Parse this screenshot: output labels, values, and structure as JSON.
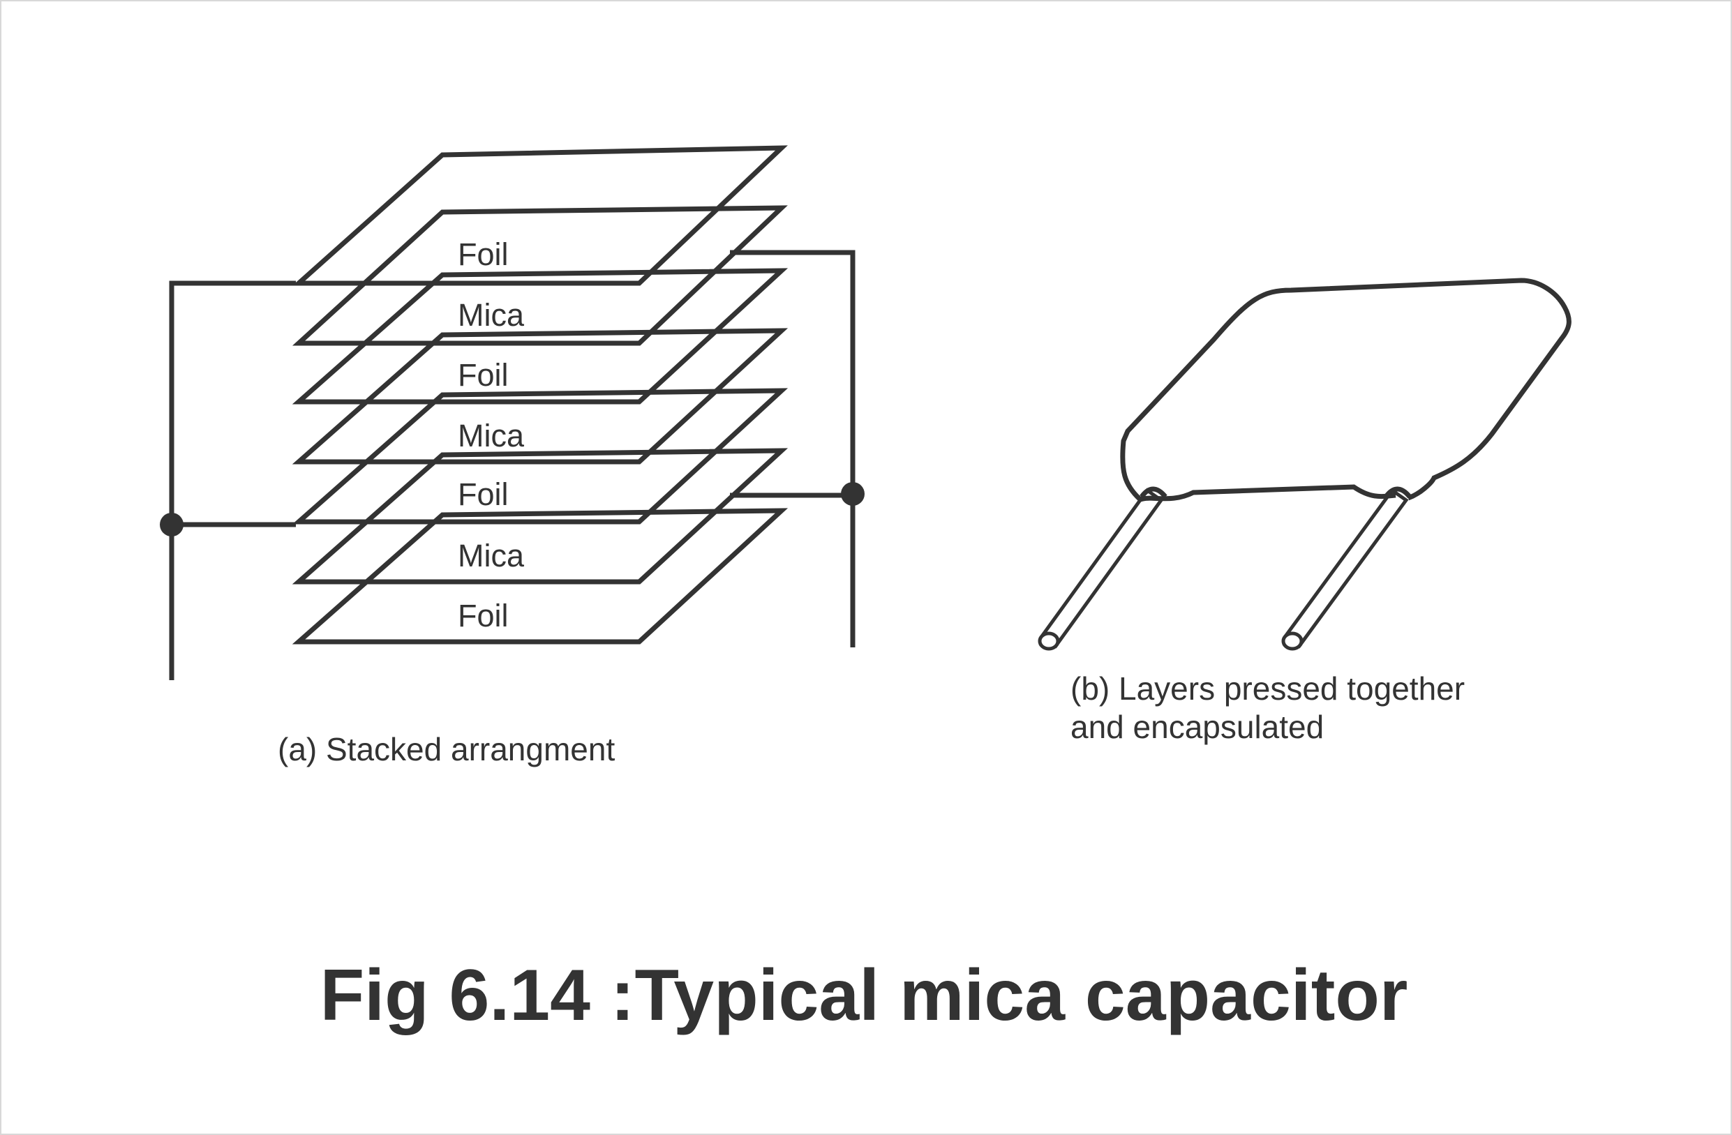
{
  "figure": {
    "title": "Fig 6.14 :Typical mica capacitor",
    "layers": [
      {
        "label": "Foil"
      },
      {
        "label": "Mica"
      },
      {
        "label": "Foil"
      },
      {
        "label": "Mica"
      },
      {
        "label": "Foil"
      },
      {
        "label": "Mica"
      },
      {
        "label": "Foil"
      }
    ],
    "caption_a": "(a) Stacked arrangment",
    "caption_b_line1": "(b) Layers pressed together",
    "caption_b_line2": "and encapsulated"
  },
  "colors": {
    "ink": "#333333",
    "background": "#ffffff",
    "border": "#d8d8d8"
  }
}
